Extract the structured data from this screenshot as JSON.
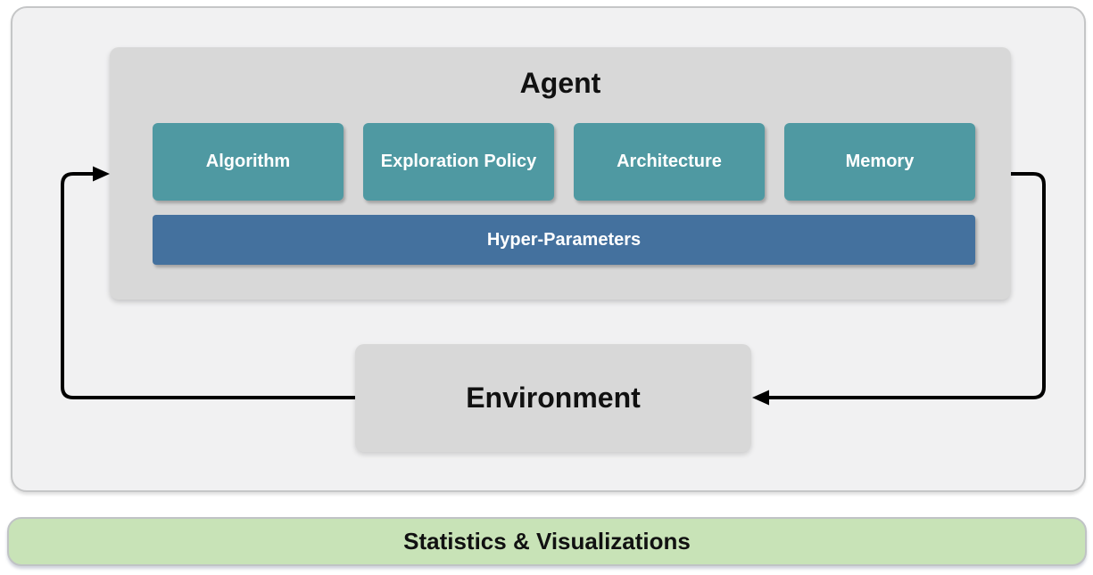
{
  "agent": {
    "title": "Agent",
    "modules": [
      {
        "label": "Algorithm"
      },
      {
        "label": "Exploration Policy"
      },
      {
        "label": "Architecture"
      },
      {
        "label": "Memory"
      }
    ],
    "hyper_parameters": {
      "label": "Hyper-Parameters"
    }
  },
  "environment": {
    "label": "Environment"
  },
  "footer": {
    "label": "Statistics & Visualizations"
  },
  "arrows": {
    "environment_to_agent": "loop arrow entering agent on left",
    "agent_to_environment": "loop arrow entering environment on right"
  },
  "colors": {
    "module_teal": "#4f99a2",
    "hyper_blue": "#44719e",
    "container_gray": "#d8d8d8",
    "panel_bg": "#f1f1f2",
    "footer_green": "#c8e3b7",
    "arrow_black": "#000000"
  }
}
